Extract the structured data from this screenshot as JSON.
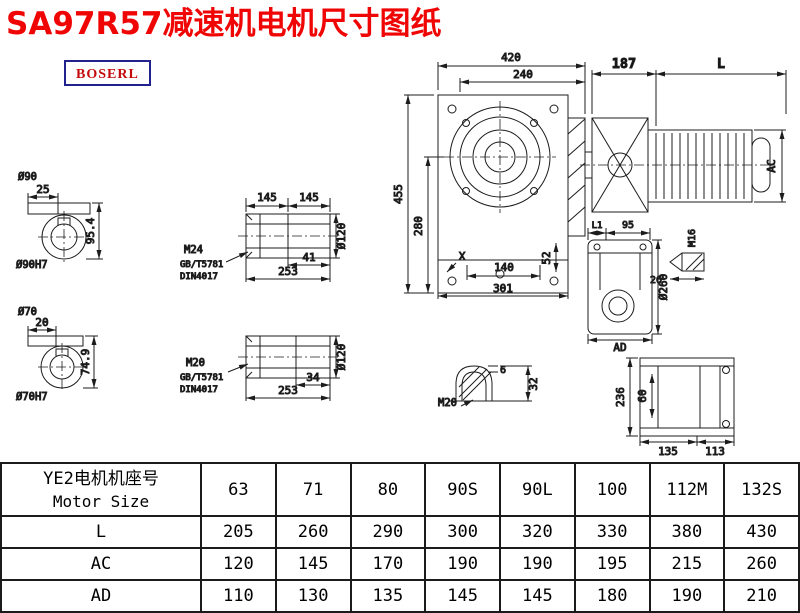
{
  "title": "SA97R57减速机电机尺寸图纸",
  "logo": "BOSERL",
  "colors": {
    "title_red": "#f00505",
    "logo_border_navy": "#22228f",
    "logo_text_red": "#c40b0b",
    "line_ink": "#1c1c1c"
  },
  "front_view": {
    "width_total": "420",
    "width_inner": "240",
    "height_total": "455",
    "height_inner": "280",
    "dim_52": "52",
    "width_140": "140",
    "width_301": "301",
    "x_mark": "X"
  },
  "motor_view": {
    "dim_187": "187",
    "dim_L": "L",
    "dim_AC": "AC"
  },
  "shaft_section_top": {
    "dia": "Ø90",
    "key_width": "25",
    "height": "95.4",
    "bore": "Ø90H7"
  },
  "shaft_section_bottom": {
    "dia": "Ø70",
    "key_width": "20",
    "height": "74.9",
    "bore": "Ø70H7"
  },
  "hollow_shaft_top": {
    "seg_a": "145",
    "seg_b": "145",
    "dia": "Ø120",
    "thread": "M24",
    "std_gb": "GB/T5781",
    "std_din": "DIN4017",
    "dim_41": "41",
    "length": "253"
  },
  "hollow_shaft_bottom": {
    "dia": "Ø120",
    "thread": "M20",
    "std_gb": "GB/T5781",
    "std_din": "DIN4017",
    "dim_34": "34",
    "length": "253"
  },
  "side_view": {
    "dim_L1": "L1",
    "dim_95": "95",
    "thread": "M16",
    "dim_26": "26",
    "dia": "Ø260",
    "dim_AD": "AD"
  },
  "plug_detail": {
    "dim_32": "32",
    "dim_6": "6",
    "thread": "M20"
  },
  "end_view": {
    "dim_236": "236",
    "dim_60": "60",
    "dim_135": "135",
    "dim_113": "113"
  },
  "table": {
    "header_cn": "YE2电机机座号",
    "header_en": "Motor Size",
    "sizes": [
      "63",
      "71",
      "80",
      "90S",
      "90L",
      "100",
      "112M",
      "132S"
    ],
    "rows": [
      {
        "label": "L",
        "values": [
          "205",
          "260",
          "290",
          "300",
          "320",
          "330",
          "380",
          "430"
        ]
      },
      {
        "label": "AC",
        "values": [
          "120",
          "145",
          "170",
          "190",
          "190",
          "195",
          "215",
          "260"
        ]
      },
      {
        "label": "AD",
        "values": [
          "110",
          "130",
          "135",
          "145",
          "145",
          "180",
          "190",
          "210"
        ]
      }
    ]
  }
}
